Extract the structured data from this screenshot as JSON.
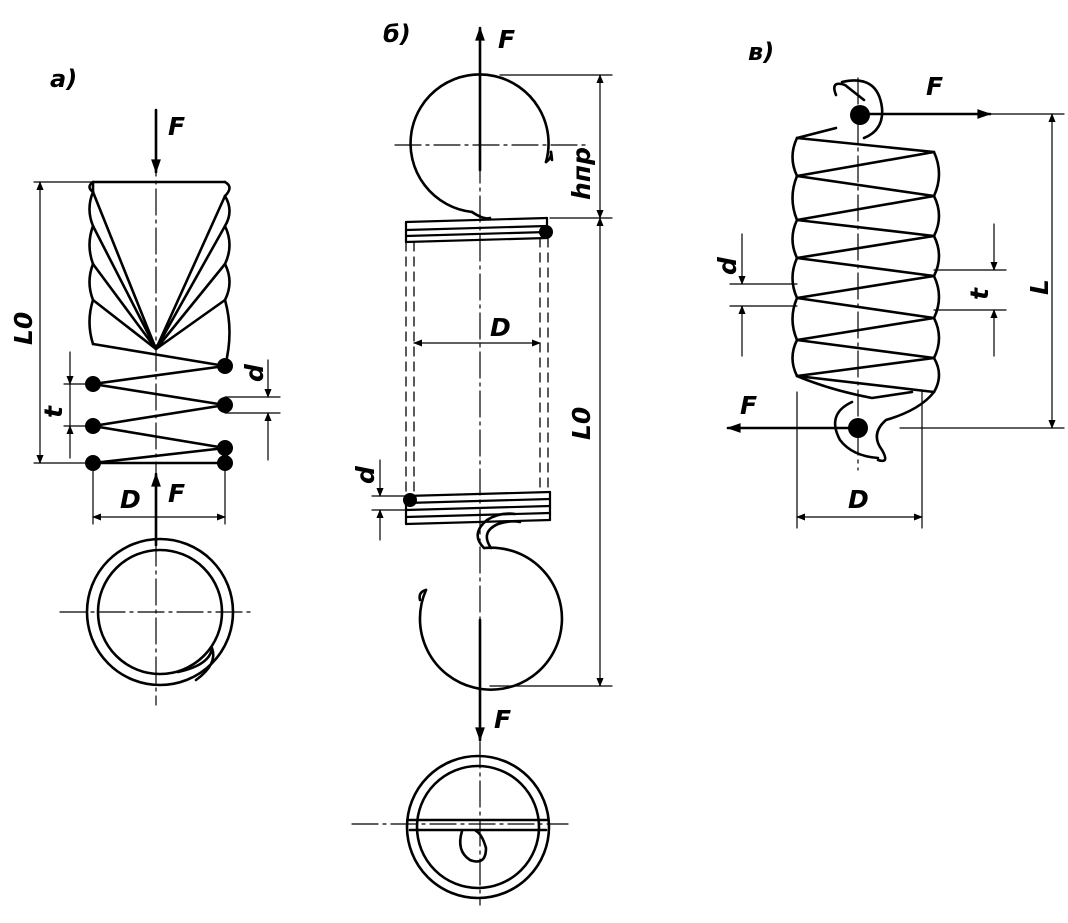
{
  "colors": {
    "ink": "#000000",
    "background": "#ffffff"
  },
  "panels": {
    "a": {
      "label": "а)",
      "force_top": "F",
      "force_bottom": "F",
      "free_length": "L0",
      "pitch": "t",
      "wire_diameter": "d",
      "coil_diameter": "D"
    },
    "b": {
      "label": "б)",
      "force_top": "F",
      "force_bottom": "F",
      "hook_height": "hпр",
      "free_length": "L0",
      "coil_diameter": "D",
      "wire_diameter": "d"
    },
    "c": {
      "label": "в)",
      "force_top": "F",
      "force_bottom": "F",
      "length": "L",
      "pitch": "t",
      "wire_diameter": "d",
      "coil_diameter": "D"
    }
  }
}
